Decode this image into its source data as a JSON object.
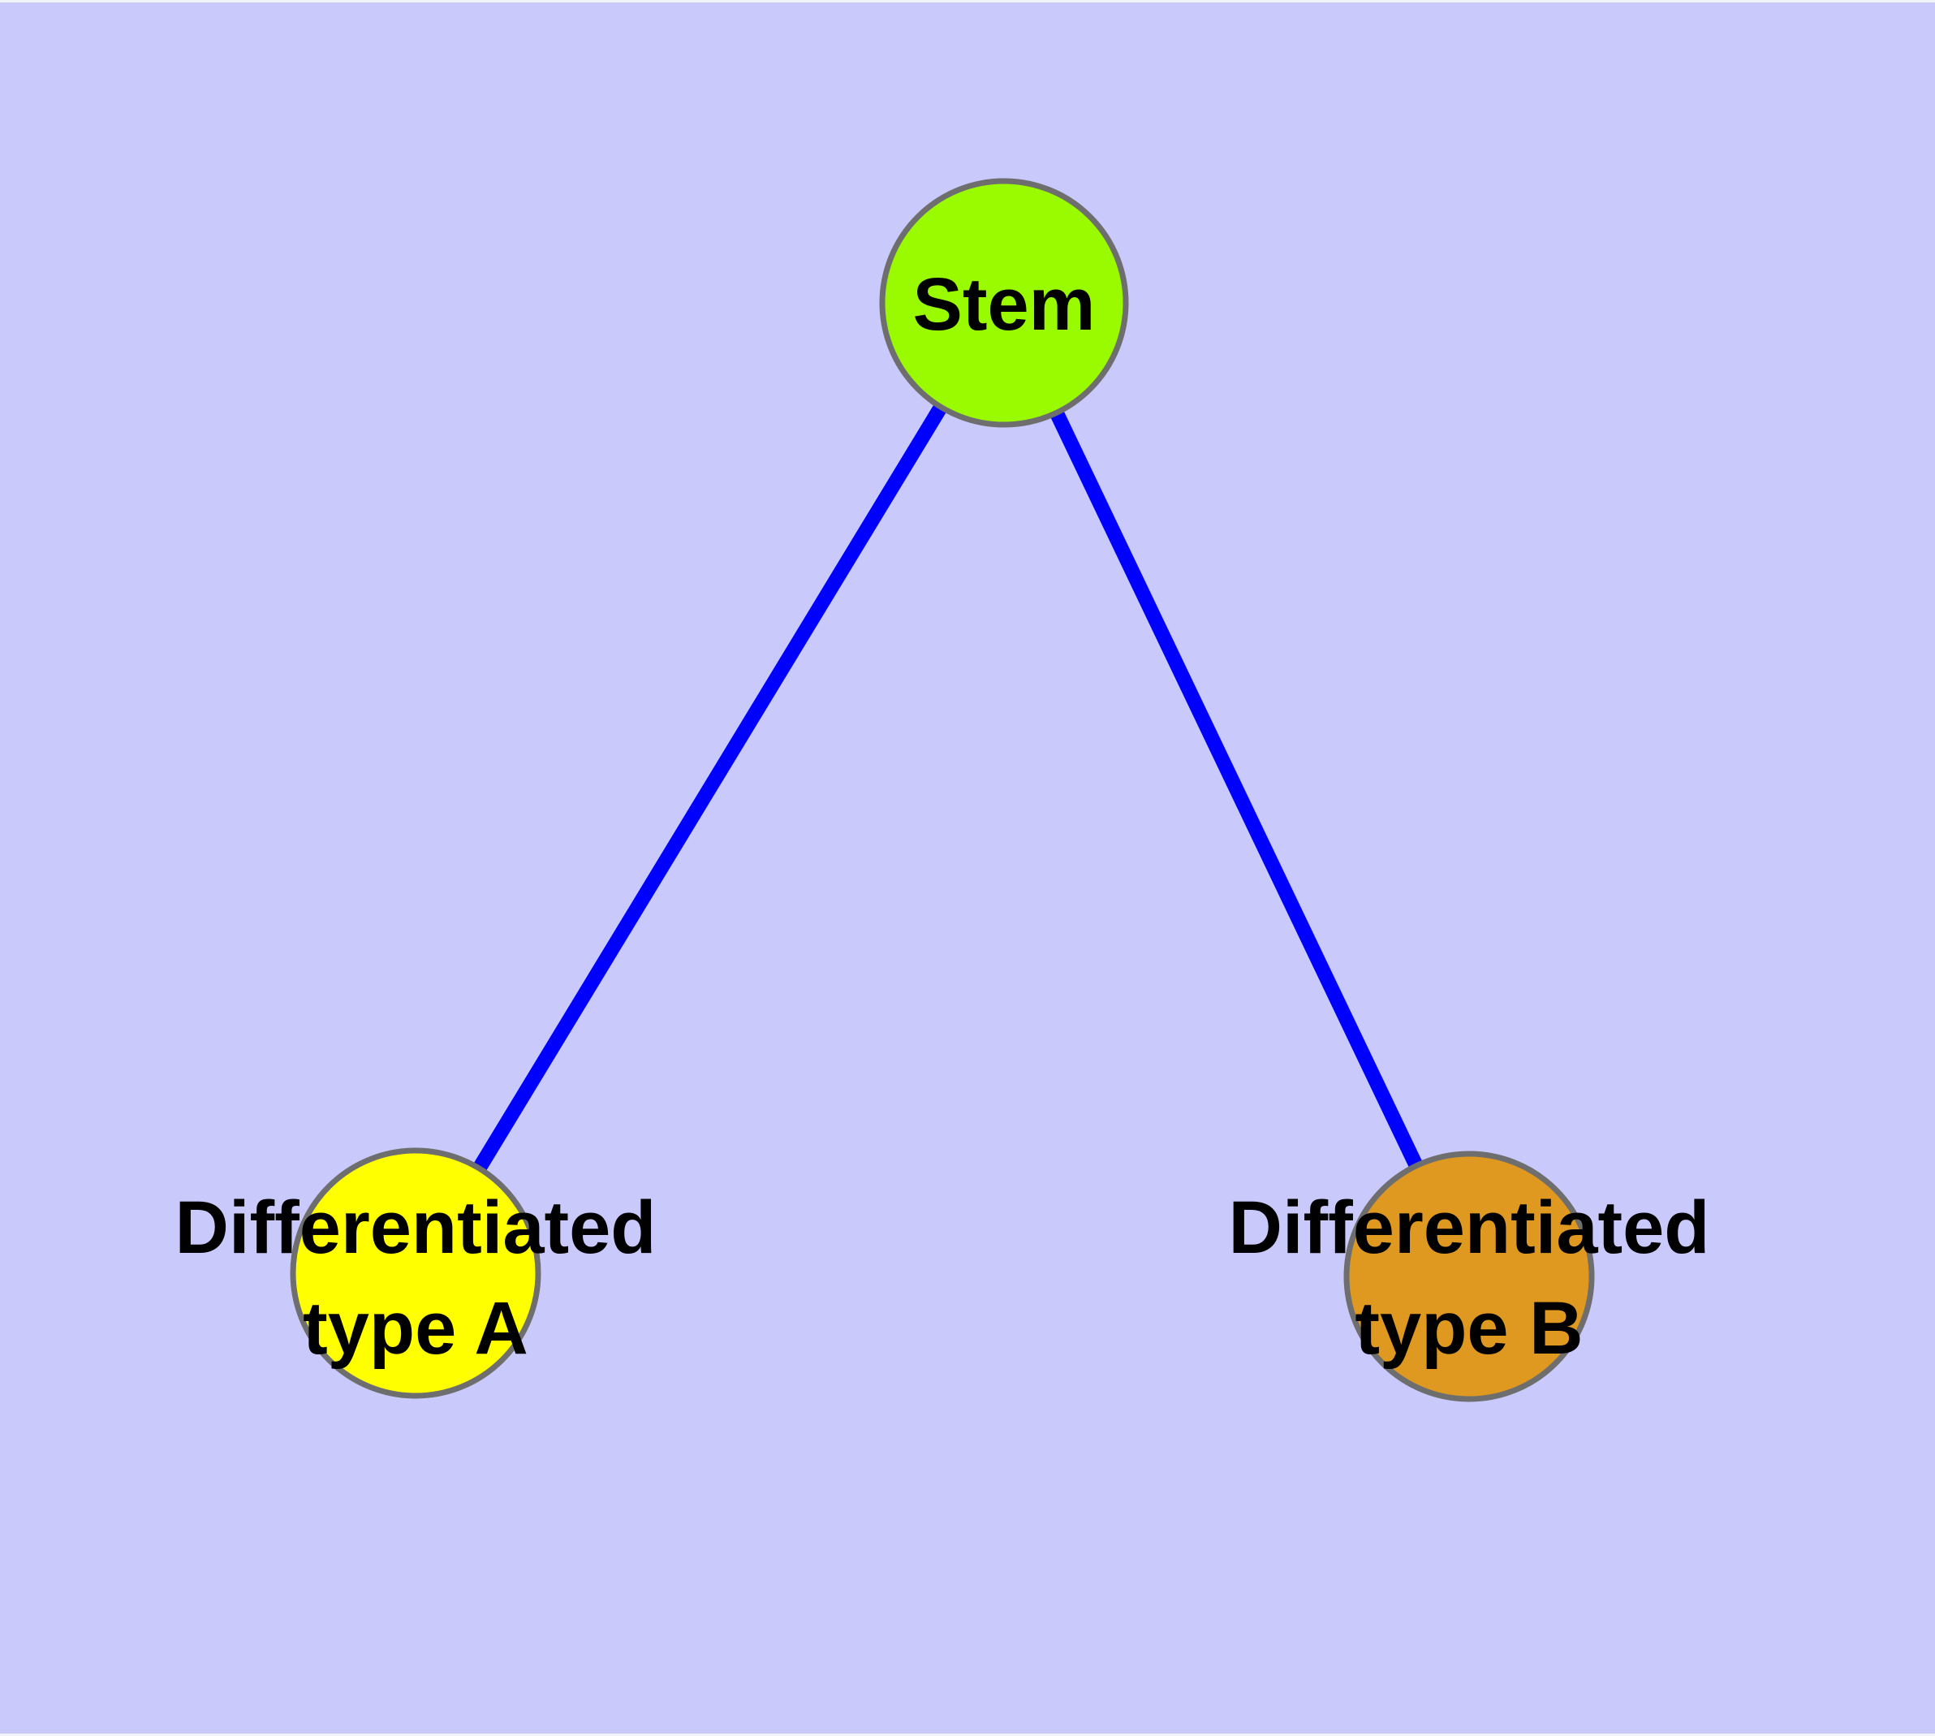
{
  "diagram": {
    "background_color": "#c9c9fc",
    "frame_strip_color": "#f2f2fa",
    "edge_color": "#0000ff",
    "node_border_color": "#6e6e6e",
    "label_color": "#000000",
    "nodes": [
      {
        "id": "stem",
        "label": "Stem",
        "fill": "#9afa00"
      },
      {
        "id": "differentiated-type-a",
        "label_line1": "Differentiated",
        "label_line2": "type A",
        "fill": "#ffff00"
      },
      {
        "id": "differentiated-type-b",
        "label_line1": "Differentiated",
        "label_line2": "type B",
        "fill": "#e09920"
      }
    ],
    "edges": [
      {
        "from": "Stem",
        "to": "Differentiated type A"
      },
      {
        "from": "Stem",
        "to": "Differentiated type B"
      }
    ]
  }
}
